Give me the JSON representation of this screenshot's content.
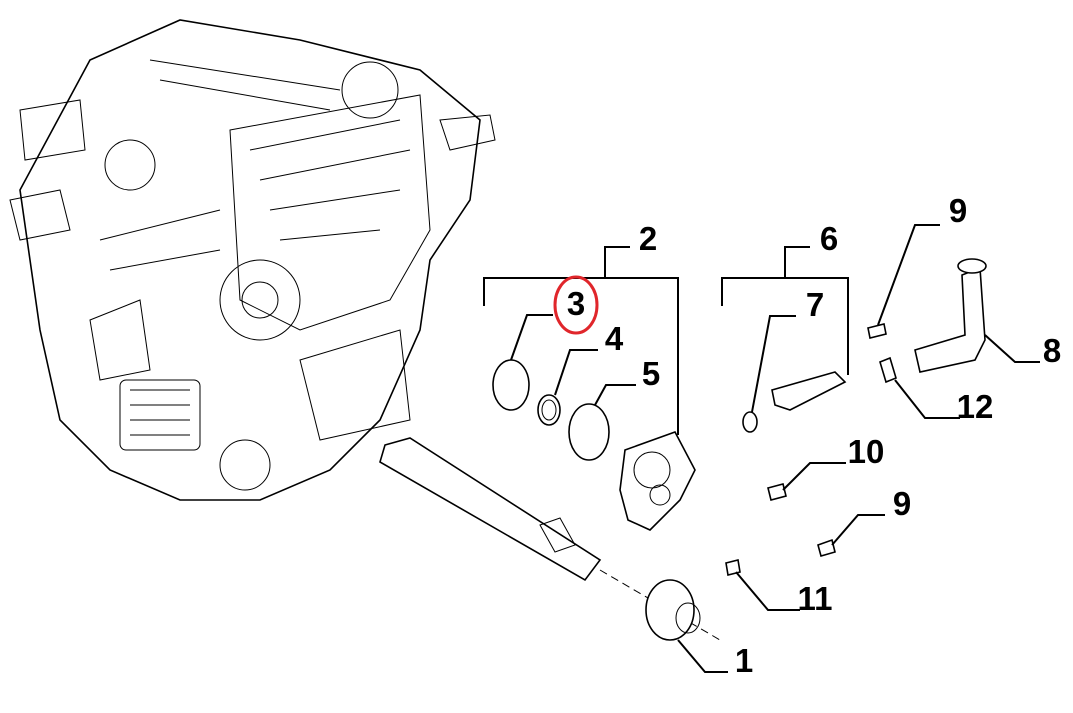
{
  "diagram": {
    "highlight_color": "#e0262b",
    "highlighted_part": "3",
    "labels": [
      {
        "id": "1",
        "text": "1"
      },
      {
        "id": "2",
        "text": "2"
      },
      {
        "id": "3",
        "text": "3"
      },
      {
        "id": "4",
        "text": "4"
      },
      {
        "id": "5",
        "text": "5"
      },
      {
        "id": "6",
        "text": "6"
      },
      {
        "id": "7",
        "text": "7"
      },
      {
        "id": "8",
        "text": "8"
      },
      {
        "id": "9a",
        "text": "9"
      },
      {
        "id": "9b",
        "text": "9"
      },
      {
        "id": "10",
        "text": "10"
      },
      {
        "id": "11",
        "text": "11"
      },
      {
        "id": "12",
        "text": "12"
      }
    ]
  }
}
